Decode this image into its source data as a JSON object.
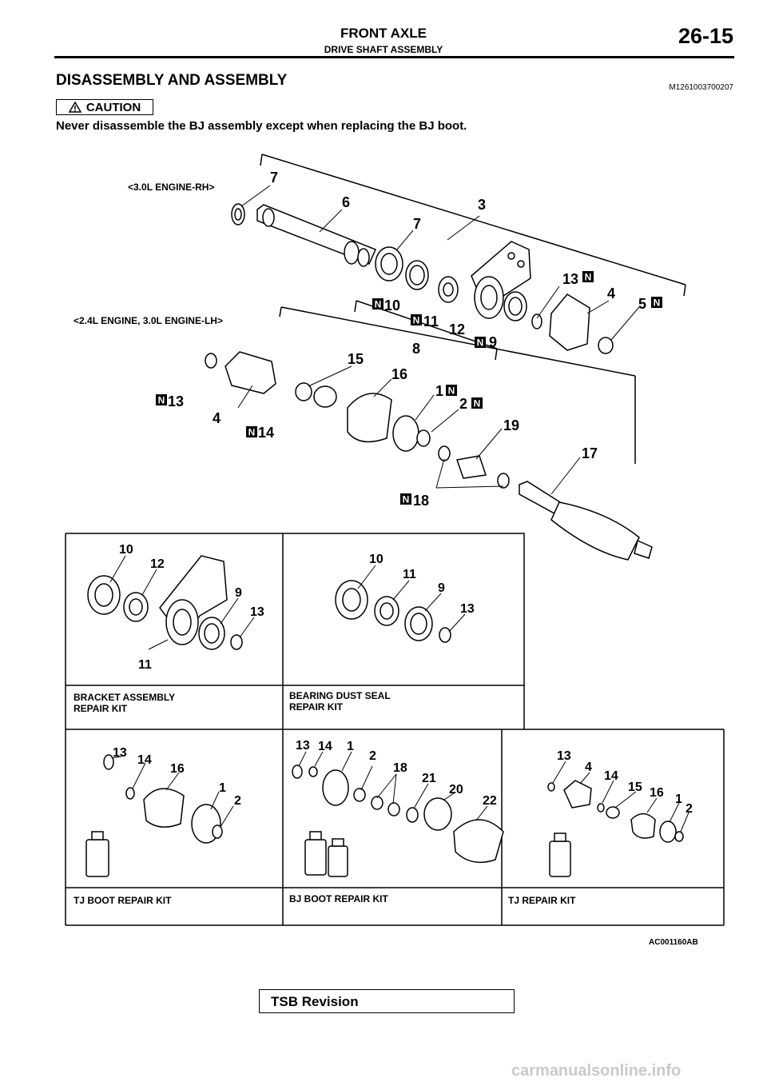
{
  "header": {
    "title": "FRONT AXLE",
    "subtitle": "DRIVE SHAFT ASSEMBLY",
    "page": "26-15"
  },
  "section": {
    "title": "DISASSEMBLY AND ASSEMBLY",
    "doc_code": "M1261003700207"
  },
  "caution": {
    "label": "CAUTION",
    "text": "Never disassemble the BJ assembly except when replacing the BJ boot."
  },
  "figure": {
    "rh_label": "<3.0L ENGINE-RH>",
    "lh_label": "<2.4L ENGINE, 3.0L ENGINE-LH>",
    "code": "AC001160AB",
    "callouts": [
      "7",
      "6",
      "3",
      "7",
      "13",
      "4",
      "5",
      "10",
      "11",
      "12",
      "8",
      "9",
      "15",
      "16",
      "1",
      "2",
      "13",
      "4",
      "14",
      "19",
      "17",
      "18"
    ],
    "kits": [
      {
        "name": "BRACKET ASSEMBLY\nREPAIR KIT",
        "line1": "BRACKET ASSEMBLY",
        "line2": "REPAIR KIT",
        "callouts": [
          "10",
          "12",
          "9",
          "13",
          "11"
        ]
      },
      {
        "name": "BEARING DUST SEAL\nREPAIR KIT",
        "line1": "BEARING DUST SEAL",
        "line2": "REPAIR KIT",
        "callouts": [
          "10",
          "11",
          "9",
          "13"
        ]
      },
      {
        "name": "TJ BOOT REPAIR KIT",
        "line1": "TJ BOOT REPAIR KIT",
        "callouts": [
          "13",
          "14",
          "16",
          "1",
          "2"
        ]
      },
      {
        "name": "BJ BOOT REPAIR KIT",
        "line1": "BJ BOOT REPAIR KIT",
        "callouts": [
          "13",
          "14",
          "1",
          "2",
          "18",
          "21",
          "20",
          "22"
        ]
      },
      {
        "name": "TJ REPAIR KIT",
        "line1": "TJ REPAIR KIT",
        "callouts": [
          "13",
          "4",
          "14",
          "15",
          "16",
          "1",
          "2"
        ]
      }
    ]
  },
  "footer": {
    "tsb": "TSB Revision",
    "watermark": "carmanualsonline.info"
  }
}
